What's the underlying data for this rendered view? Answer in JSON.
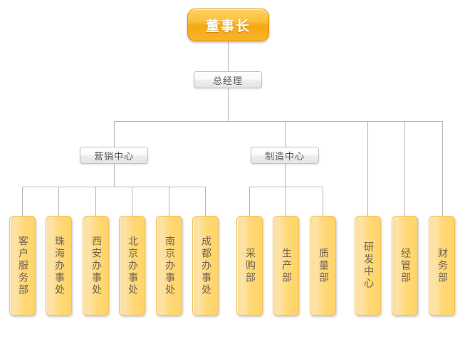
{
  "chart": {
    "type": "org-chart",
    "title": "",
    "root": {
      "label": "董事长",
      "level": 0
    },
    "level1": [
      {
        "label": "总经理"
      }
    ],
    "level2": [
      {
        "label": "营销中心"
      },
      {
        "label": "制造中心"
      }
    ],
    "marketing_children": [
      {
        "label": "客户服务部"
      },
      {
        "label": "珠海办事处"
      },
      {
        "label": "西安办事处"
      },
      {
        "label": "北京办事处"
      },
      {
        "label": "南京办事处"
      },
      {
        "label": "成都办事处"
      }
    ],
    "manufacturing_children": [
      {
        "label": "采购部"
      },
      {
        "label": "生产部"
      },
      {
        "label": "质量部"
      }
    ],
    "direct_children": [
      {
        "label": "研发中心"
      },
      {
        "label": "经管部"
      },
      {
        "label": "财务部"
      }
    ],
    "colors": {
      "root_fill_top": "#fdd262",
      "root_fill_bottom": "#f5a812",
      "root_border": "#e09000",
      "root_text": "#ffffff",
      "mid_fill_top": "#ffffff",
      "mid_fill_bottom": "#e4e4e4",
      "mid_border": "#c4c4c4",
      "mid_text": "#555555",
      "leaf_fill_light": "#fbdf9e",
      "leaf_fill_deep": "#ffd469",
      "leaf_border": "#f0c25c",
      "leaf_text": "#6d6256",
      "connector": "#b8b8b8",
      "background": "#ffffff"
    }
  }
}
